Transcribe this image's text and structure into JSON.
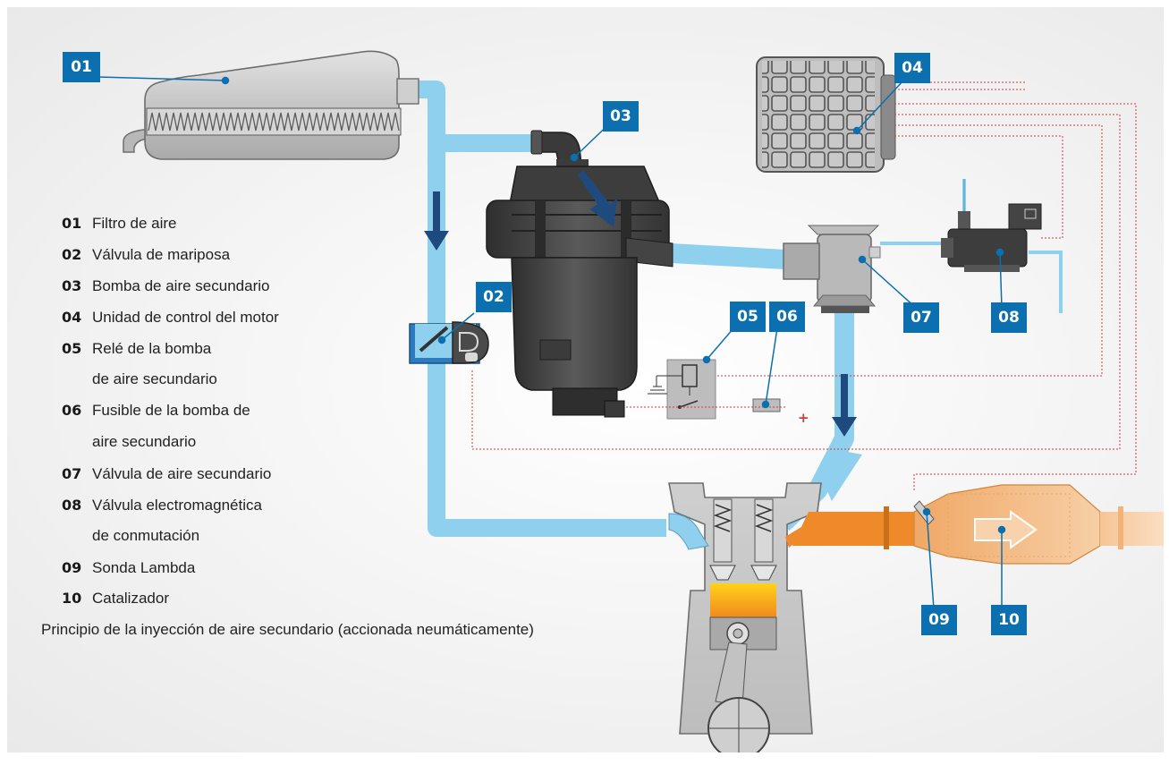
{
  "legend": {
    "items": [
      {
        "num": "01",
        "lines": [
          "Filtro de aire"
        ]
      },
      {
        "num": "02",
        "lines": [
          "Válvula de mariposa"
        ]
      },
      {
        "num": "03",
        "lines": [
          "Bomba de aire secundario"
        ]
      },
      {
        "num": "04",
        "lines": [
          "Unidad de control del motor"
        ]
      },
      {
        "num": "05",
        "lines": [
          "Relé de la bomba",
          "de aire secundario"
        ]
      },
      {
        "num": "06",
        "lines": [
          "Fusible de la bomba de",
          "aire secundario"
        ]
      },
      {
        "num": "07",
        "lines": [
          "Válvula de aire secundario"
        ]
      },
      {
        "num": "08",
        "lines": [
          "Válvula electromagnética",
          "de conmutación"
        ]
      },
      {
        "num": "09",
        "lines": [
          "Sonda Lambda"
        ]
      },
      {
        "num": "10",
        "lines": [
          "Catalizador"
        ]
      }
    ]
  },
  "caption": "Principio de la inyección de aire secundario (accionada neumáticamente)",
  "badges": [
    "01",
    "02",
    "03",
    "04",
    "05",
    "06",
    "07",
    "08",
    "09",
    "10"
  ],
  "electrical": {
    "plus_sign": "+"
  },
  "colors": {
    "badge": "#0b6fb0",
    "fresh_air": "#8fd0ee",
    "exhaust": "#ee8a2a",
    "wiring": "#d23a3a",
    "arrow": "#1e4a7e",
    "component": "#bdbdbd",
    "pump": "#444444"
  }
}
